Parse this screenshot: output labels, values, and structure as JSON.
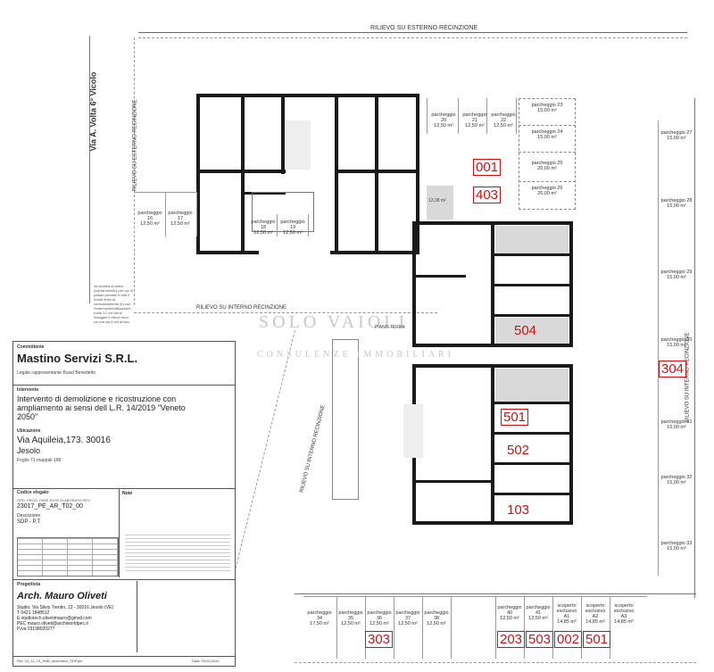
{
  "roads": {
    "top_label": "RILIEVO SU ESTERNO RECINZIONE",
    "street": "Via A. Volta 6° Vicolo",
    "left_rilievo": "RILIEVO SU ESTERNO RECINZIONE",
    "mid_rilievo": "RILIEVO SU INTERNO RECINZIONE",
    "diag_rilievo": "RILIEVO SU INTERNO RECINZIONE",
    "right_rilievo": "RILIEVO SU INTERNO RECINZIONE"
  },
  "parking": {
    "top": [
      {
        "label": "parcheggio 20",
        "area": "12,50 m²"
      },
      {
        "label": "parcheggio 21",
        "area": "12,50 m²"
      },
      {
        "label": "parcheggio 22",
        "area": "12,50 m²"
      }
    ],
    "right_block": [
      {
        "label": "parcheggio 23",
        "area": "15,00 m²"
      },
      {
        "label": "parcheggio 24",
        "area": "15,00 m²"
      },
      {
        "label": "parcheggio 25",
        "area": "20,00 m²"
      },
      {
        "label": "parcheggio 26",
        "area": "20,00 m²"
      }
    ],
    "left": [
      {
        "label": "parcheggio 16",
        "area": "12,50 m²"
      },
      {
        "label": "parcheggio 17",
        "area": "12,50 m²"
      },
      {
        "label": "parcheggio 18",
        "area": "12,50 m²"
      },
      {
        "label": "parcheggio 19",
        "area": "12,50 m²"
      }
    ],
    "east": [
      {
        "label": "parcheggio 27",
        "area": "15,00 m²"
      },
      {
        "label": "parcheggio 28",
        "area": "15,00 m²"
      },
      {
        "label": "parcheggio 29",
        "area": "15,00 m²"
      },
      {
        "label": "parcheggio 30",
        "area": "15,00 m²"
      },
      {
        "label": "parcheggio 31",
        "area": "15,00 m²"
      },
      {
        "label": "parcheggio 32",
        "area": "15,00 m²"
      },
      {
        "label": "parcheggio 33",
        "area": "15,00 m²"
      }
    ],
    "bottom": [
      {
        "label": "parcheggio 34",
        "area": "17,50 m²"
      },
      {
        "label": "parcheggio 35",
        "area": "12,50 m²"
      },
      {
        "label": "parcheggio 36",
        "area": "12,50 m²"
      },
      {
        "label": "parcheggio 37",
        "area": "12,50 m²"
      },
      {
        "label": "parcheggio 38",
        "area": "12,50 m²"
      },
      {
        "label": "parcheggio 40",
        "area": "12,50 m²"
      },
      {
        "label": "parcheggio 41",
        "area": "12,50 m²"
      },
      {
        "label": "scoperto esclusivo A1",
        "area": "14,85 m²"
      },
      {
        "label": "scoperto esclusivo A2",
        "area": "14,85 m²"
      },
      {
        "label": "scoperto esclusivo A3",
        "area": "14,85 m²"
      }
    ]
  },
  "unit_tags": {
    "u001": "001",
    "u403": "403",
    "u504": "504",
    "u304": "304",
    "u501a": "501",
    "u502": "502",
    "u103": "103",
    "u303": "303",
    "u203": "203",
    "u503": "503",
    "u002": "002",
    "u501b": "501"
  },
  "watermark": {
    "line1": "SOLO VAIOLI",
    "line2": "CONSULENZE IMMOBILIARI"
  },
  "notes": {
    "left": "da sinistra al piano (soprannivello) per via di pilastri portanti e tutti il fronte finito al consolidamento (k) con l'esterna/identificazione, ruote 12 cm viene indagato il rilievo mod. va una via 6 cm di lato.",
    "piano": "PIANO TERRA"
  },
  "title_block": {
    "committente_label": "Committente",
    "company": "Mastino Servizi S.R.L.",
    "legal_rep": "Legale rappresentante Busel Benedetto",
    "intervento_label": "Intervento",
    "intervento": "Intervento di demolizione e ricostruzione con ampliamento ai sensi dell L.R. 14/2019 \"Veneto 2050\"",
    "ubicazione_label": "Ubicazione",
    "address": "Via Aquileia,173. 30016",
    "city": "Jesolo",
    "foglio": "Foglio 71 mappali 168",
    "codice_label": "Codice elegato",
    "code_header": "ORD. PROG.   FASE   ENTE   ELABORATO   REV",
    "code": "23017_PE_AR_T02_00",
    "descrizione_label": "Descrizione",
    "descrizione": "SDP - P.T",
    "note_label": "Note",
    "progettista_label": "Progettista",
    "architect": "Arch. Mauro Oliveti",
    "studio": "Studio: Via Silvio Trentin, 13 - 30016 Jesolo (VE)",
    "tel": "T 0421 1848512",
    "email": "E studiotech.olivetimauro@gmail.com",
    "pec": "PEC mauro.oliveti@archiworldpec.it",
    "piva": "P.iva 03198020277",
    "file": "File: 24_11_15_HNB_descrittivo_SDP.pln",
    "date": "Data: 20/11/2024"
  },
  "colors": {
    "tag_red": "#d01010",
    "wall": "#1a1a1a",
    "shade": "#d9d9d9"
  }
}
